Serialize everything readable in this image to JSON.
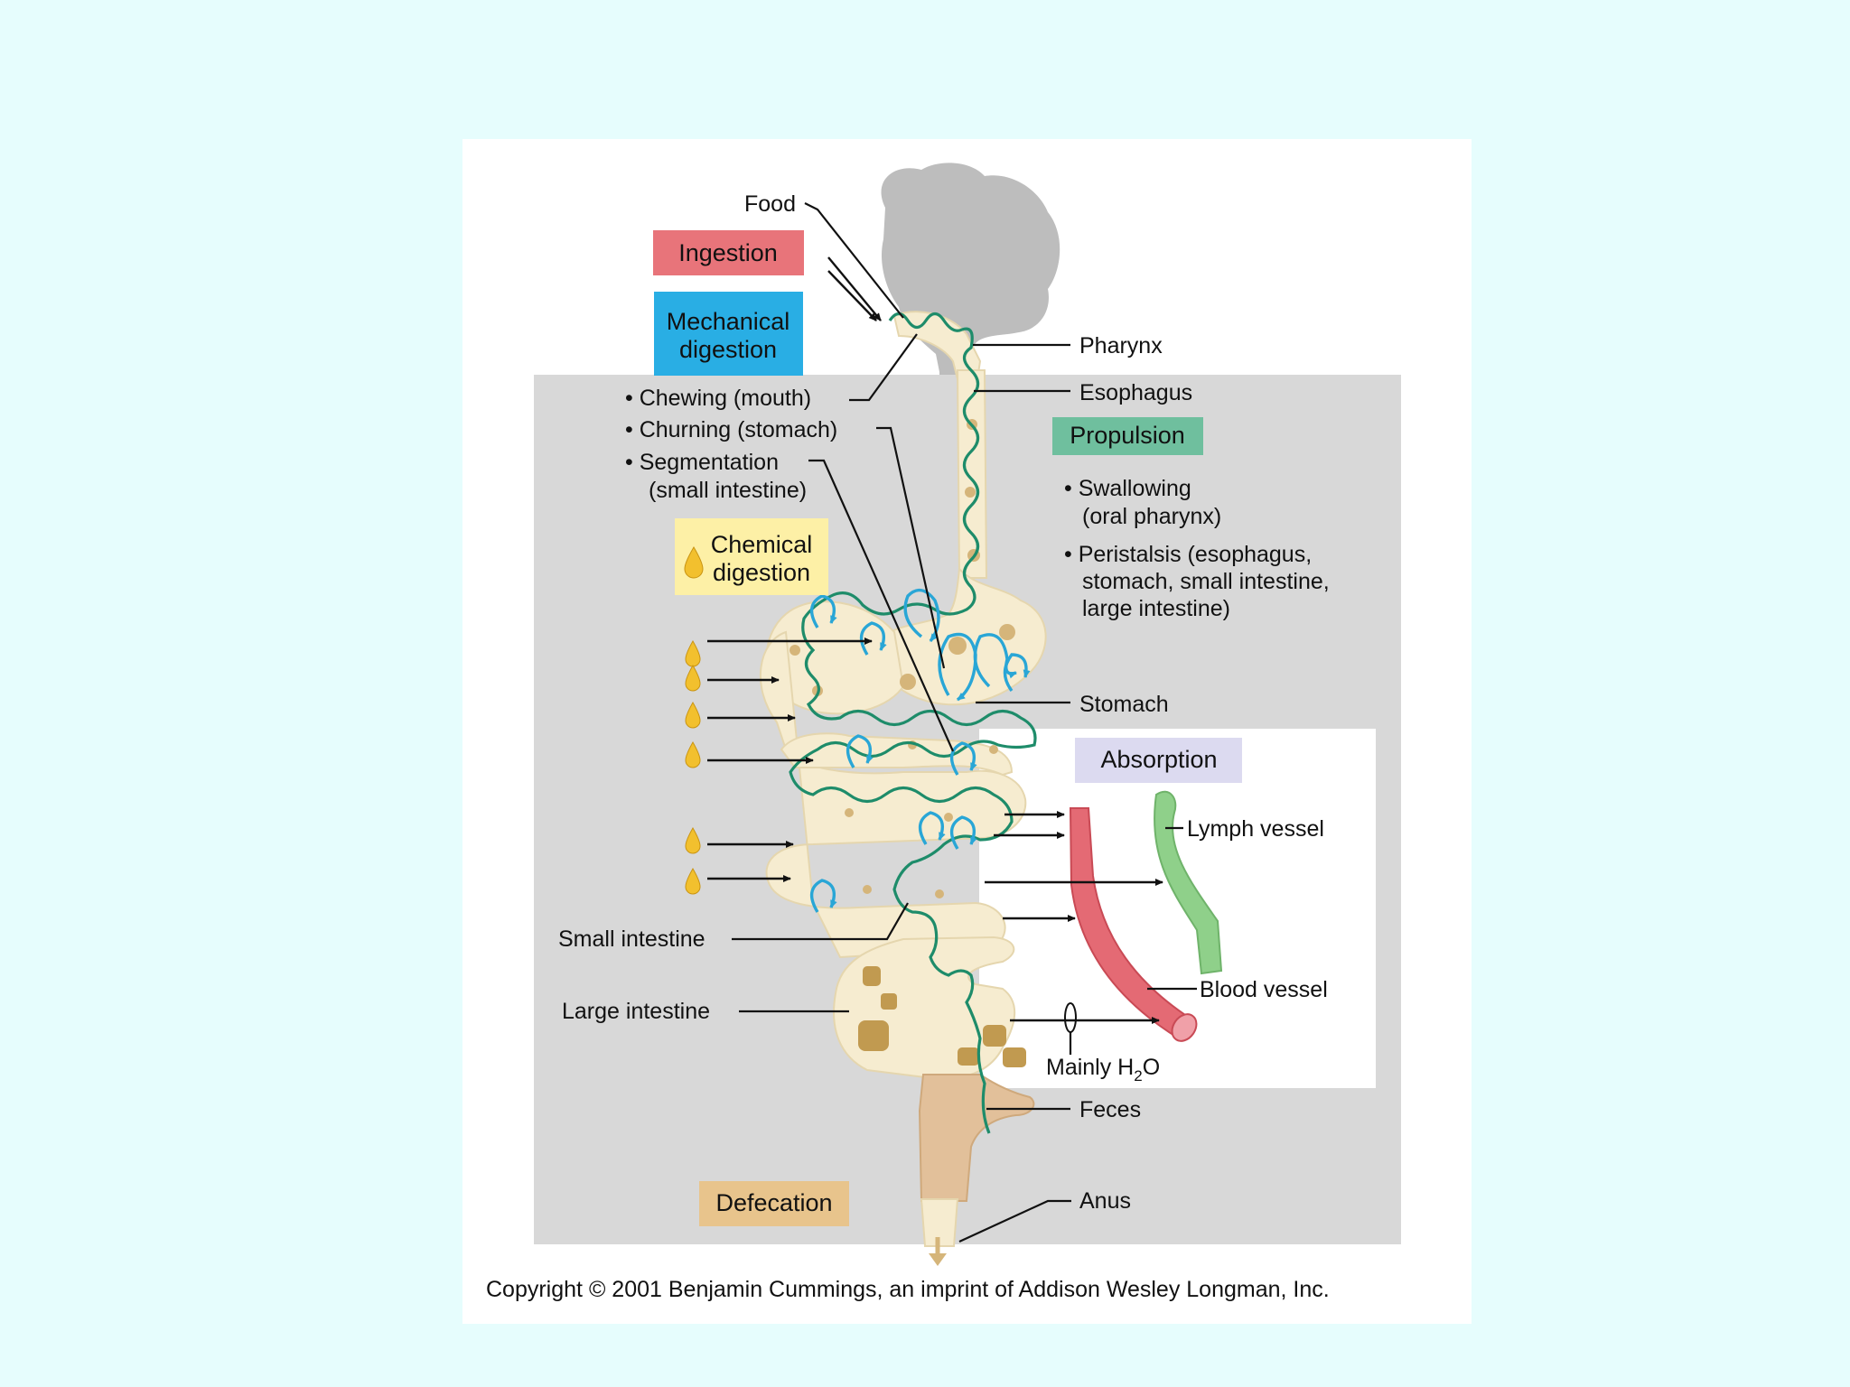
{
  "title": "Digestive Processes",
  "process_boxes": {
    "ingestion": {
      "label": "Ingestion",
      "color": "#e8747a"
    },
    "mechanical": {
      "label_line1": "Mechanical",
      "label_line2": "digestion",
      "color": "#29aee4"
    },
    "chemical": {
      "label_line1": "Chemical",
      "label_line2": "digestion",
      "color": "#fdf0a6"
    },
    "propulsion": {
      "label": "Propulsion",
      "color": "#6fbf9e"
    },
    "absorption": {
      "label": "Absorption",
      "color": "#dcdaf0"
    },
    "defecation": {
      "label": "Defecation",
      "color": "#e8c48c"
    }
  },
  "mechanical_items": [
    "• Chewing (mouth)",
    "• Churning (stomach)",
    "• Segmentation",
    "(small intestine)"
  ],
  "propulsion_items": [
    "• Swallowing",
    "(oral pharynx)",
    "• Peristalsis (esophagus,",
    "stomach, small intestine,",
    "large intestine)"
  ],
  "structure_labels": {
    "food": "Food",
    "pharynx": "Pharynx",
    "esophagus": "Esophagus",
    "stomach": "Stomach",
    "small_intestine": "Small intestine",
    "large_intestine": "Large intestine",
    "lymph_vessel": "Lymph vessel",
    "blood_vessel": "Blood vessel",
    "mainly_h2o_prefix": "Mainly H",
    "mainly_h2o_sub": "2",
    "mainly_h2o_suffix": "O",
    "feces": "Feces",
    "anus": "Anus"
  },
  "copyright": "Copyright © 2001 Benjamin Cummings, an imprint of Addison Wesley Longman, Inc.",
  "colors": {
    "background": "#e6fdfd",
    "panel": "#ffffff",
    "gray_region": "#d8d8d8",
    "tube_fill": "#f6ecd0",
    "food_path": "#1e8c6a",
    "churning": "#29a6d6",
    "lymph": "#8fd08a",
    "blood": "#e46a74",
    "enzyme_drop": "#f2c02e",
    "head_silhouette": "#bdbdbd"
  }
}
